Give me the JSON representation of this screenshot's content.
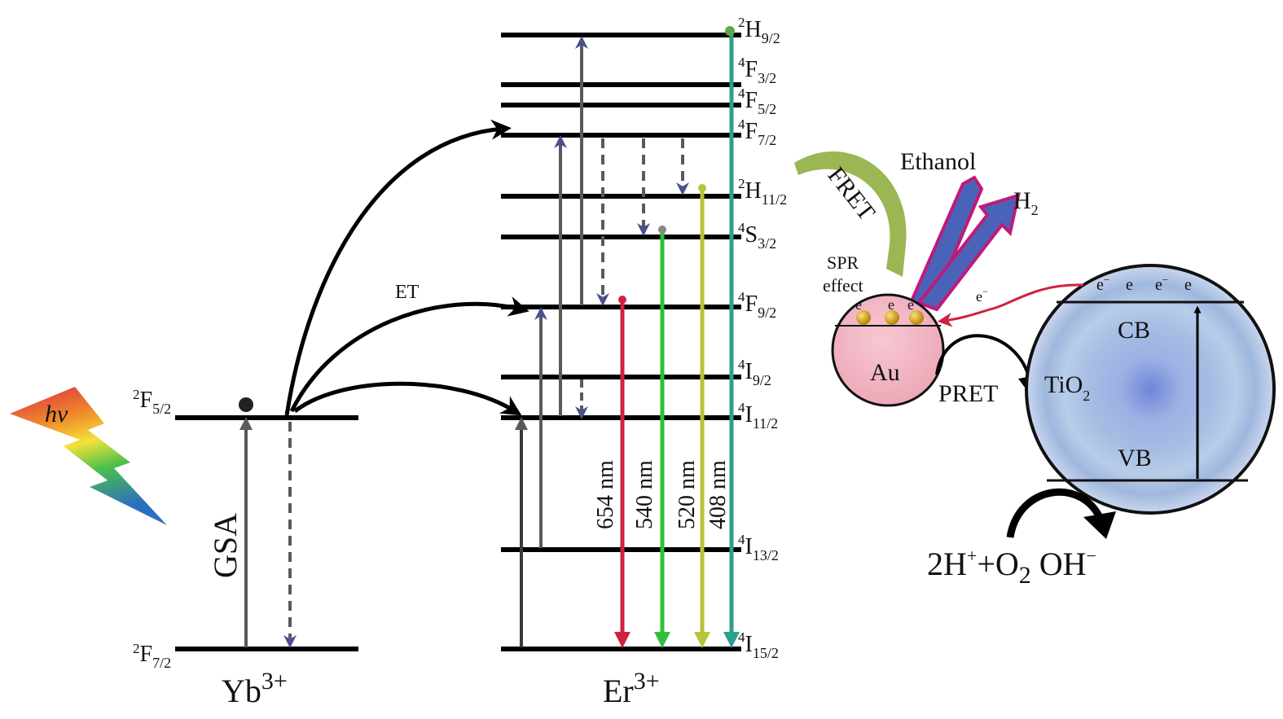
{
  "yb": {
    "ion": "Yb",
    "ion_sup": "3+",
    "levels": [
      {
        "key": "F5",
        "pre": "2",
        "main": "F",
        "sub": "5/2"
      },
      {
        "key": "F7",
        "pre": "2",
        "main": "F",
        "sub": "7/2"
      }
    ],
    "gsa_label": "GSA",
    "hv_label": "hν"
  },
  "er": {
    "ion": "Er",
    "ion_sup": "3+",
    "levels": [
      {
        "key": "H9",
        "pre": "2",
        "main": "H",
        "sub": "9/2"
      },
      {
        "key": "F3",
        "pre": "4",
        "main": "F",
        "sub": "3/2"
      },
      {
        "key": "F5",
        "pre": "4",
        "main": "F",
        "sub": "5/2"
      },
      {
        "key": "F7",
        "pre": "4",
        "main": "F",
        "sub": "7/2"
      },
      {
        "key": "H11",
        "pre": "2",
        "main": "H",
        "sub": "11/2"
      },
      {
        "key": "S3",
        "pre": "4",
        "main": "S",
        "sub": "3/2"
      },
      {
        "key": "F9",
        "pre": "4",
        "main": "F",
        "sub": "9/2"
      },
      {
        "key": "I9",
        "pre": "4",
        "main": "I",
        "sub": "9/2"
      },
      {
        "key": "I11",
        "pre": "4",
        "main": "I",
        "sub": "11/2"
      },
      {
        "key": "I13",
        "pre": "4",
        "main": "I",
        "sub": "13/2"
      },
      {
        "key": "I15",
        "pre": "4",
        "main": "I",
        "sub": "15/2"
      }
    ],
    "et_label": "ET",
    "emissions": [
      {
        "label": "654 nm",
        "color": "#d0213f"
      },
      {
        "label": "540 nm",
        "color": "#2fbf3a"
      },
      {
        "label": "520 nm",
        "color": "#b8c23a"
      },
      {
        "label": "408 nm",
        "color": "#2e9e90"
      }
    ]
  },
  "right": {
    "fret": "FRET",
    "spr": "SPR",
    "spr_effect": "effect",
    "ethanol": "Ethanol",
    "h2_main": "H",
    "h2_sub": "2",
    "au": "Au",
    "pret": "PRET",
    "tio2_main": "TiO",
    "tio2_sub": "2",
    "cb": "CB",
    "vb": "VB",
    "electron": "e",
    "electron_sup": "−",
    "eq_a": "2H",
    "eq_b": "+",
    "eq_c": "+O",
    "eq_d": "2",
    "eq_e": " OH",
    "eq_f": "−"
  },
  "colors": {
    "gray_arrow": "#5a5a5a",
    "blue_arrow": "#4a4f8f",
    "au_fill": "#f2b8c6",
    "tio2_fill": "#a9c4e6",
    "ethanol_arrow": "#c0197a",
    "h2_arrow": "#4a63b8",
    "fret_arrow": "#96b24a"
  }
}
